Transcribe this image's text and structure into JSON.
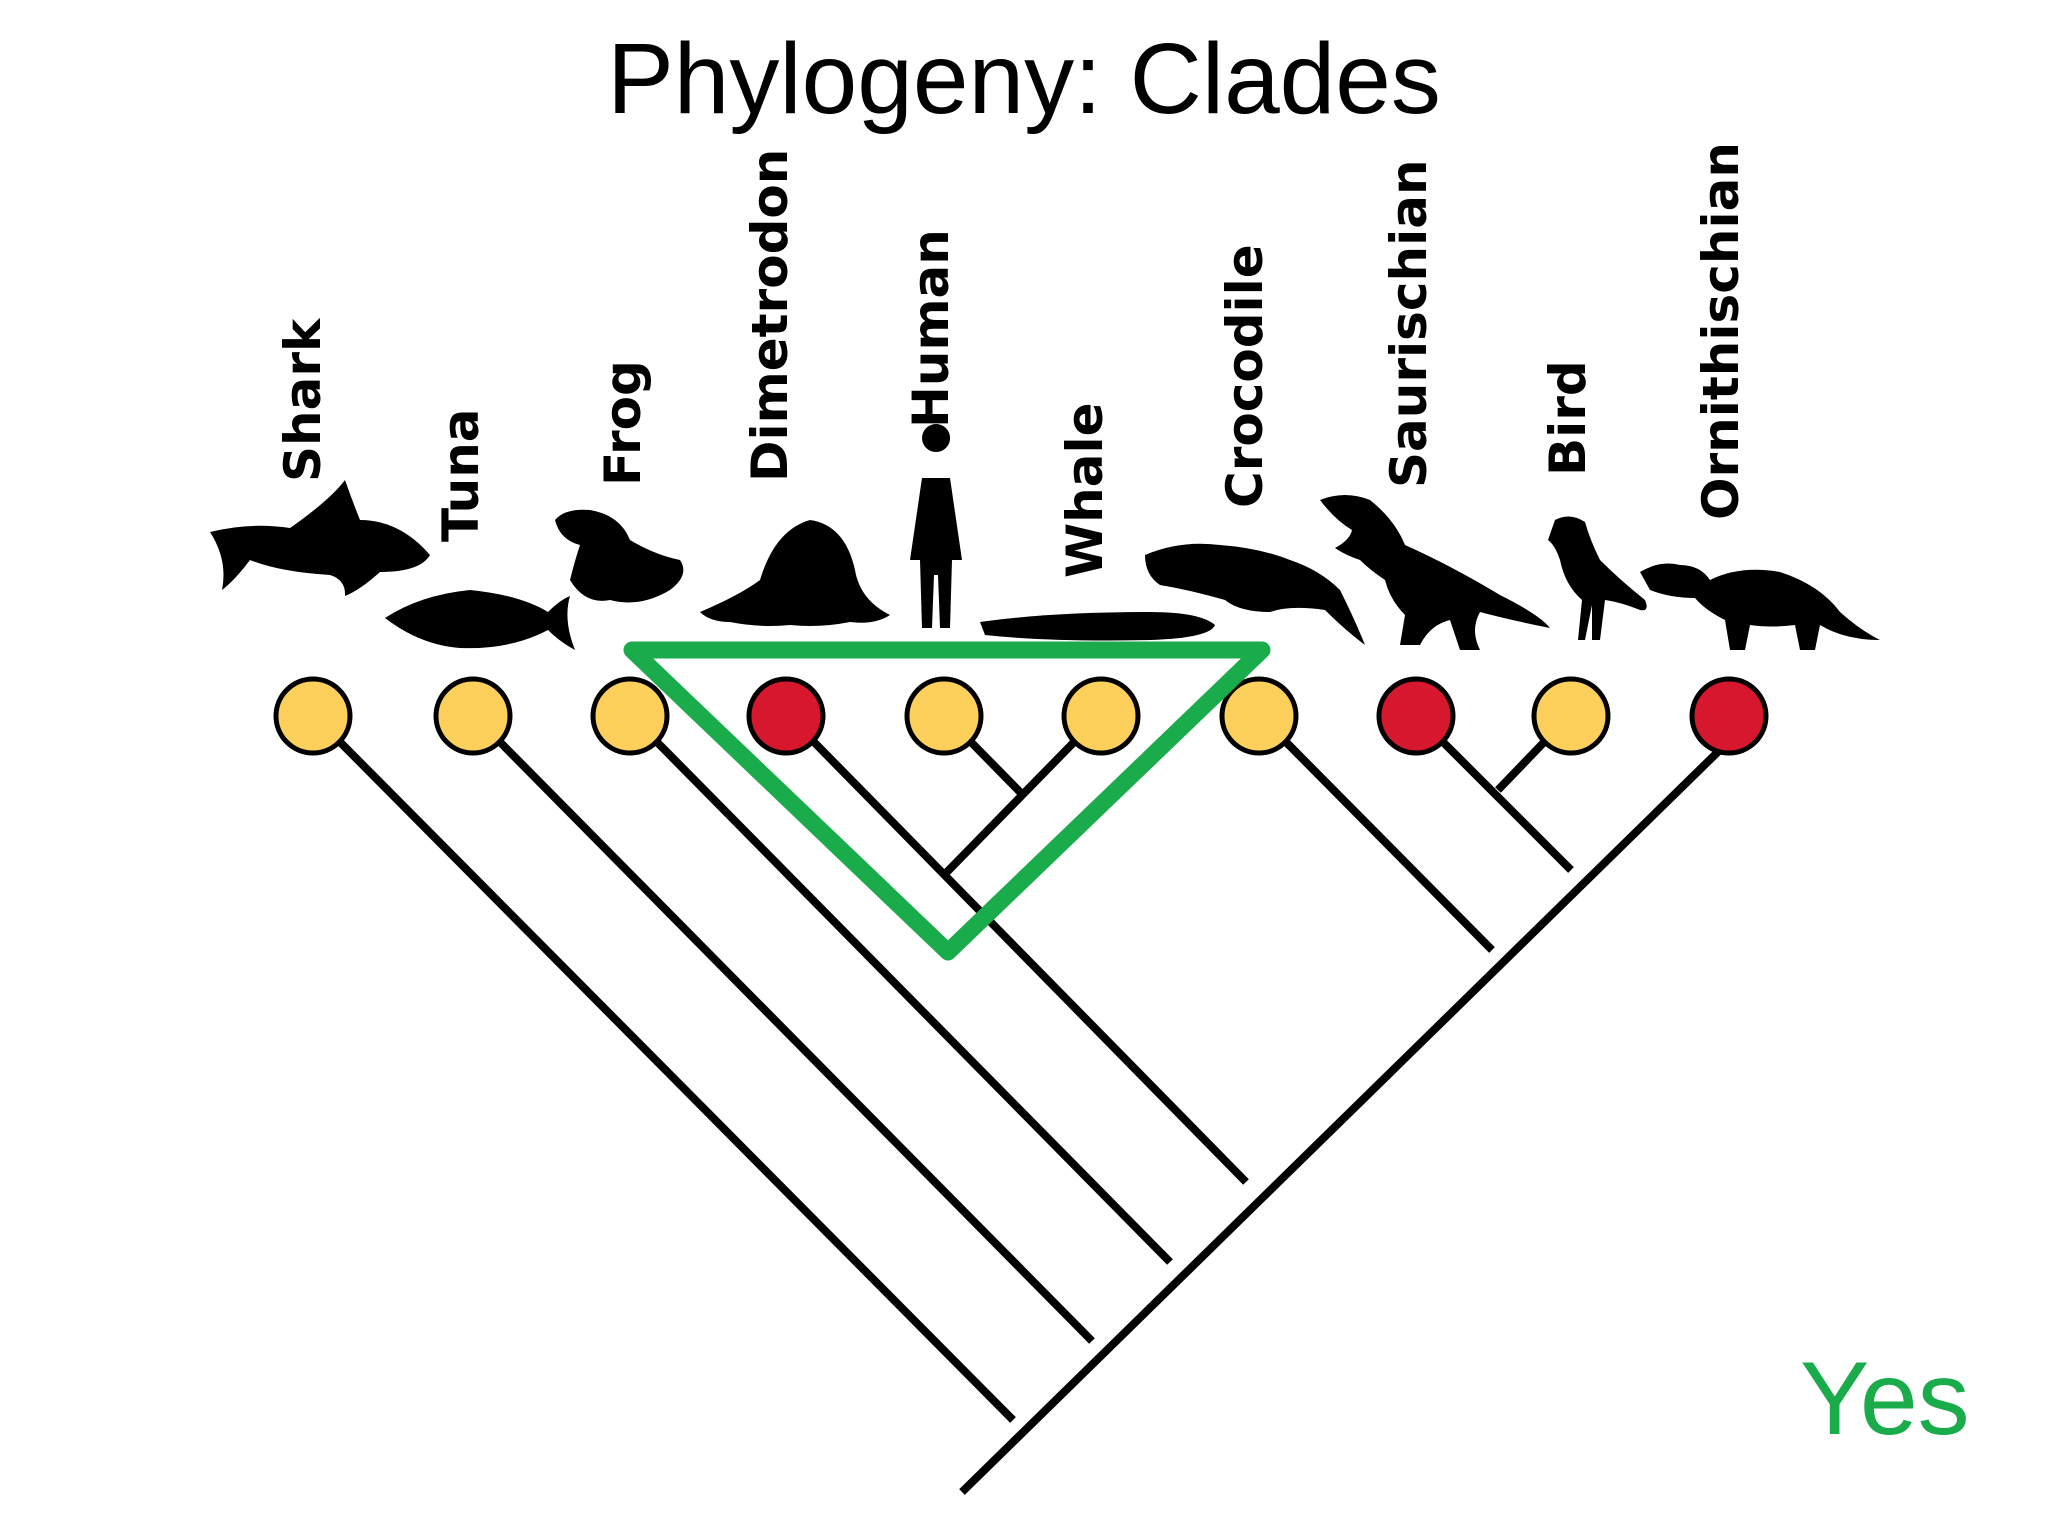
{
  "title": "Phylogeny: Clades",
  "answer": "Yes",
  "colors": {
    "answer": "#1aab4b",
    "highlight": "#1aab4b",
    "trait_absent": "#fdd05b",
    "trait_present": "#d6172d",
    "branch": "#000000"
  },
  "taxa": [
    {
      "name": "Shark",
      "state": "absent",
      "icon": "shark-silhouette"
    },
    {
      "name": "Tuna",
      "state": "absent",
      "icon": "tuna-silhouette"
    },
    {
      "name": "Frog",
      "state": "absent",
      "icon": "frog-silhouette"
    },
    {
      "name": "Dimetrodon",
      "state": "present",
      "icon": "dimetrodon-silhouette"
    },
    {
      "name": "Human",
      "state": "absent",
      "icon": "human-silhouette"
    },
    {
      "name": "Whale",
      "state": "absent",
      "icon": "whale-silhouette"
    },
    {
      "name": "Crocodile",
      "state": "absent",
      "icon": "crocodile-silhouette"
    },
    {
      "name": "Saurischian",
      "state": "present",
      "icon": "saurischian-silhouette"
    },
    {
      "name": "Bird",
      "state": "absent",
      "icon": "bird-silhouette"
    },
    {
      "name": "Ornithischian",
      "state": "present",
      "icon": "ornithischian-silhouette"
    }
  ]
}
